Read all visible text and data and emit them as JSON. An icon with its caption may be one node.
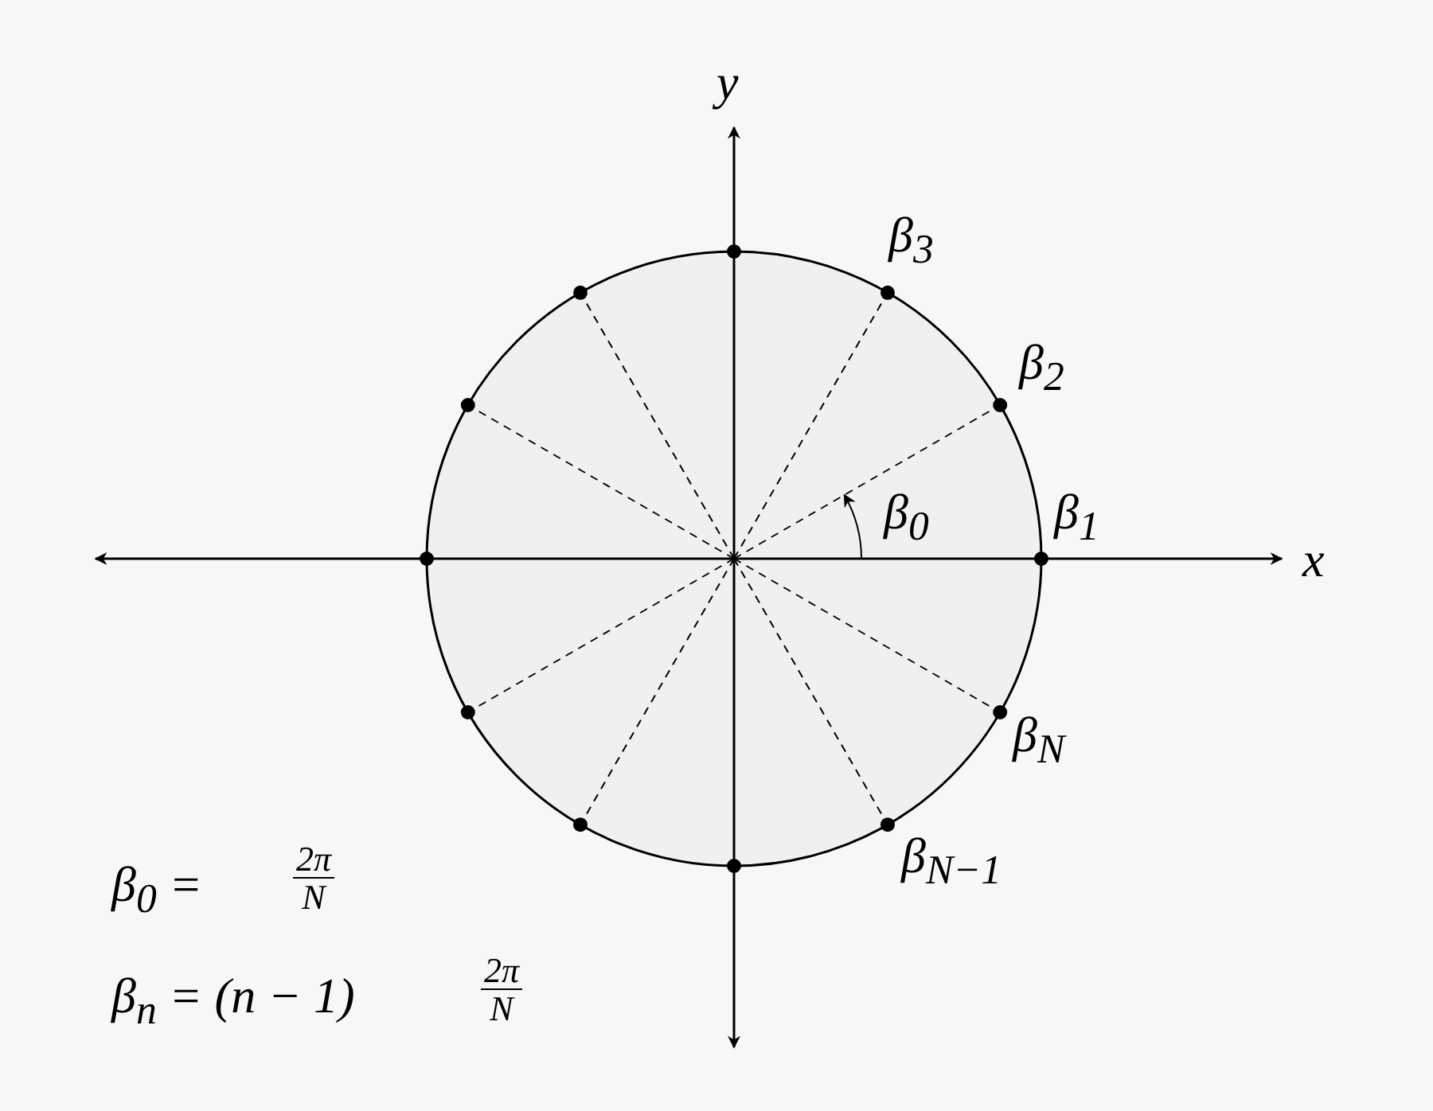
{
  "diagram": {
    "labels": [
      "y",
      "x",
      "β$_{3}$",
      "β$_{2}$",
      "β$_{0}$",
      "β$_{1}$",
      "β$_{N}$",
      "β$_{N−1}$",
      "β$_{0}$ =",
      "2π",
      "N",
      "β$_{n}$ = (n − 1)",
      "2π",
      "N"
    ]
  }
}
